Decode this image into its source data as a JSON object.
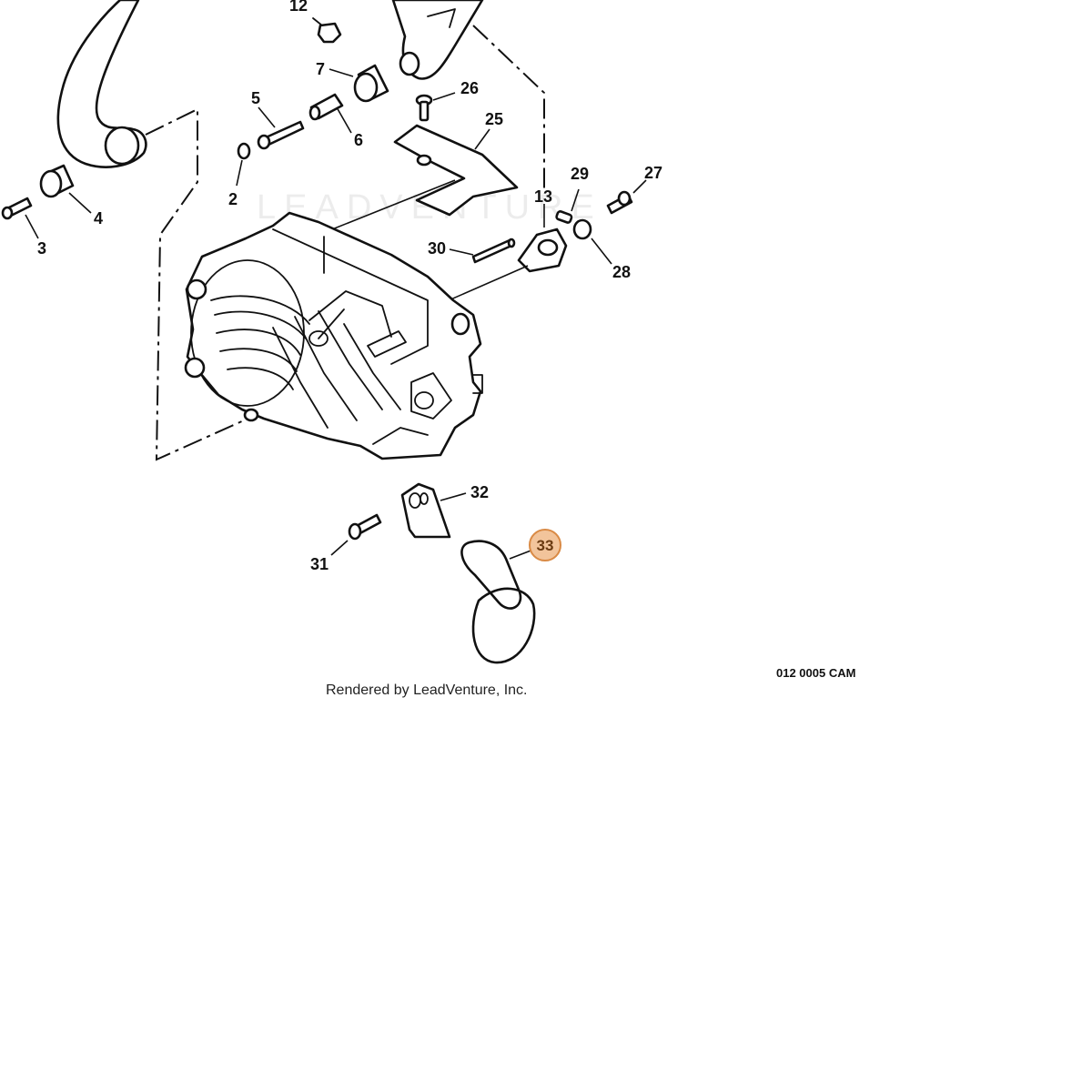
{
  "callouts": [
    {
      "id": "12",
      "label": "12"
    },
    {
      "id": "7",
      "label": "7"
    },
    {
      "id": "26",
      "label": "26"
    },
    {
      "id": "5",
      "label": "5"
    },
    {
      "id": "25",
      "label": "25"
    },
    {
      "id": "6",
      "label": "6"
    },
    {
      "id": "29",
      "label": "29"
    },
    {
      "id": "27",
      "label": "27"
    },
    {
      "id": "13",
      "label": "13"
    },
    {
      "id": "2",
      "label": "2"
    },
    {
      "id": "4",
      "label": "4"
    },
    {
      "id": "3",
      "label": "3"
    },
    {
      "id": "30",
      "label": "30"
    },
    {
      "id": "28",
      "label": "28"
    },
    {
      "id": "32",
      "label": "32"
    },
    {
      "id": "31",
      "label": "31"
    },
    {
      "id": "33",
      "label": "33",
      "highlighted": true
    }
  ],
  "watermark": "LEADVENTURE",
  "credit": "Rendered by LeadVenture, Inc.",
  "diagram_code": "012 0005 CAM",
  "colors": {
    "highlight_fill": "#f2c49b",
    "highlight_stroke": "#d98a45",
    "line": "#111111"
  }
}
